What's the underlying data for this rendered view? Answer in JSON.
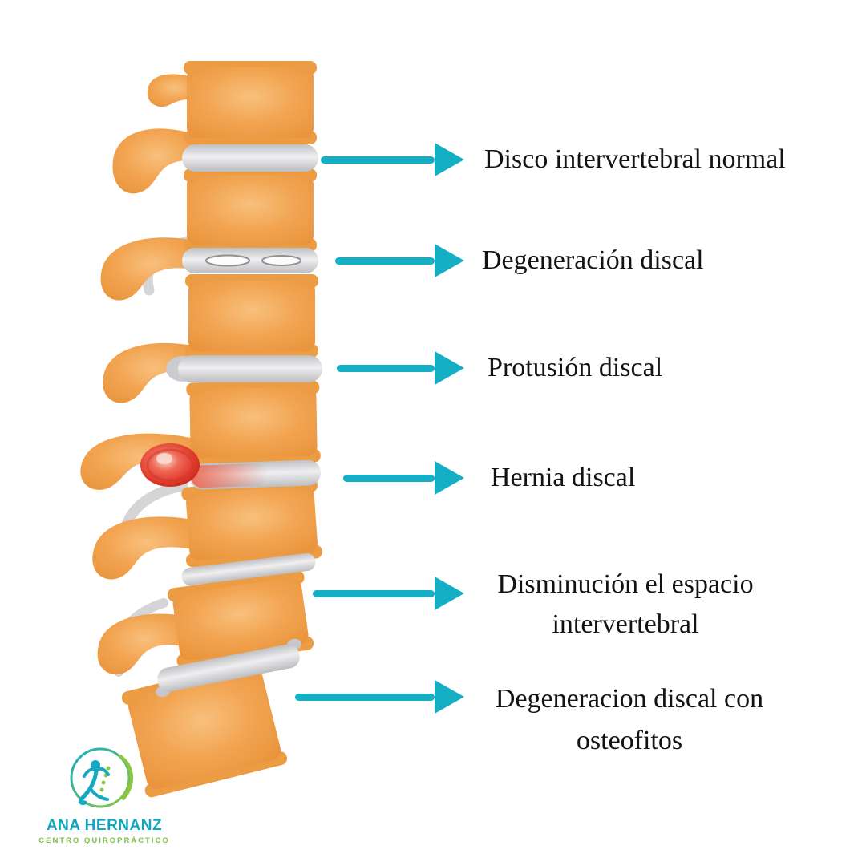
{
  "colors": {
    "background": "#FFFFFF",
    "arrow": "#14AEC5",
    "bone": "#F1A24E",
    "bone_edge": "#EC9C43",
    "disc_gray": "#D9DADC",
    "hernia_red": "#DD3728",
    "text": "#131313",
    "logo_teal": "#0EA7C1",
    "logo_green": "#7CC142"
  },
  "annotations": [
    {
      "line1": "Disco intervertebral normal",
      "line2": ""
    },
    {
      "line1": "Degeneración discal",
      "line2": ""
    },
    {
      "line1": "Protusión discal",
      "line2": ""
    },
    {
      "line1": "Hernia discal",
      "line2": ""
    },
    {
      "line1": "Disminución el espacio",
      "line2": "intervertebral"
    },
    {
      "line1": "Degeneracion discal con",
      "line2": "osteofitos"
    }
  ],
  "logo": {
    "name": "ANA HERNANZ",
    "subtitle": "CENTRO QUIROPRÁCTICO"
  }
}
